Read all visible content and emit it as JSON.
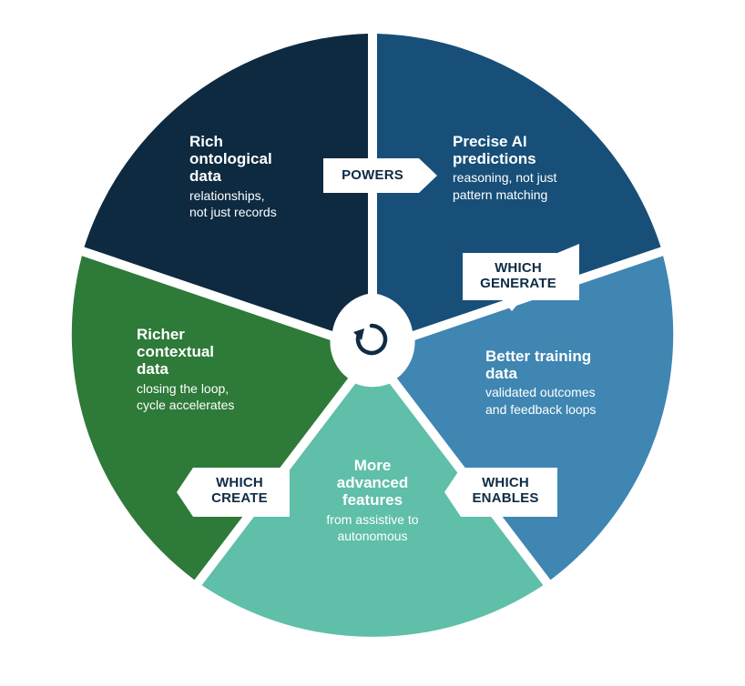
{
  "segments": [
    {
      "id": "rich-ontological",
      "title_lines": [
        "Rich",
        "ontological",
        "data"
      ],
      "sub_lines": [
        "relationships,",
        "not just records"
      ],
      "color": "#0e2a41"
    },
    {
      "id": "precise-ai",
      "title_lines": [
        "Precise AI",
        "predictions"
      ],
      "sub_lines": [
        "reasoning, not just",
        "pattern matching"
      ],
      "color": "#174f78"
    },
    {
      "id": "better-training",
      "title_lines": [
        "Better training",
        "data"
      ],
      "sub_lines": [
        "validated outcomes",
        "and feedback loops"
      ],
      "color": "#3f86b2"
    },
    {
      "id": "advanced-features",
      "title_lines": [
        "More",
        "advanced",
        "features"
      ],
      "sub_lines": [
        "from assistive to",
        "autonomous"
      ],
      "color": "#5fbfa9"
    },
    {
      "id": "richer-contextual",
      "title_lines": [
        "Richer",
        "contextual",
        "data"
      ],
      "sub_lines": [
        "closing the loop,",
        "cycle accelerates"
      ],
      "color": "#2e7a39"
    }
  ],
  "connectors": [
    {
      "id": "powers",
      "lines": [
        "POWERS"
      ]
    },
    {
      "id": "which-generate",
      "lines": [
        "WHICH",
        "GENERATE"
      ]
    },
    {
      "id": "which-enables",
      "lines": [
        "WHICH",
        "ENABLES"
      ]
    },
    {
      "id": "which-create",
      "lines": [
        "WHICH",
        "CREATE"
      ]
    }
  ],
  "center_icon": "cycle-arrow-icon"
}
